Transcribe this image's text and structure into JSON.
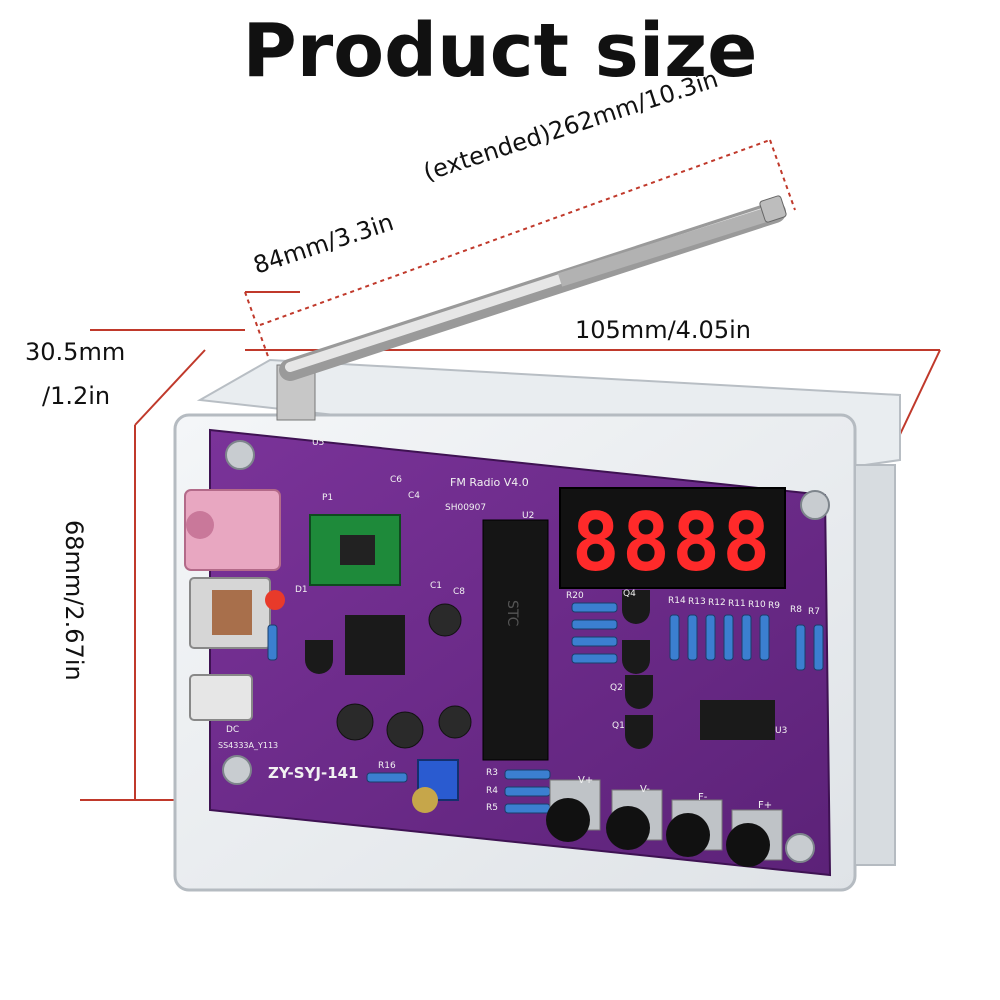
{
  "title": "Product size",
  "dimensions": {
    "antenna_extended": "(extended)262mm/10.3in",
    "antenna_base": "84mm/3.3in",
    "length": "105mm/4.05in",
    "depth_value": "30.5mm",
    "depth_inch": "/1.2in",
    "height": "68mm/2.67in"
  },
  "board": {
    "radio_label": "FM Radio V4.0",
    "serial": "SH00907",
    "model": "ZY-SYJ-141",
    "chip_part": "SS4333A_Y113",
    "chip_label": "STC",
    "display_digits": "8888",
    "button_labels": [
      "V+",
      "V-",
      "F-",
      "F+"
    ],
    "resistor_labels": [
      "R14",
      "R13",
      "R12",
      "R11",
      "R10",
      "R9",
      "R8",
      "R7"
    ],
    "left_labels": [
      "R20",
      "R3",
      "R4",
      "R5",
      "R16"
    ],
    "component_labels": [
      "U5",
      "P1",
      "C6",
      "C4",
      "D1",
      "C1",
      "C8",
      "U2",
      "Q4",
      "Q2",
      "Q1",
      "U3",
      "DC"
    ]
  },
  "colors": {
    "pcb": "#6b2a8c",
    "pcb_dark": "#4d1a66",
    "dimension_line": "#c0392b",
    "display_red": "#ff2a2a",
    "case_edge": "#c9ced3"
  }
}
